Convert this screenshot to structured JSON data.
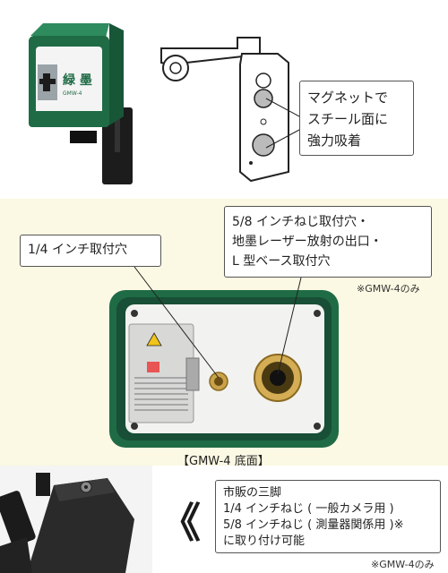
{
  "top": {
    "magnet_callout": [
      "マグネットで",
      "スチール面に",
      "強力吸着"
    ],
    "device_logo": "緑 墨"
  },
  "middle": {
    "hole_quarter_callout": "1/4 インチ取付穴",
    "hole_eighth_callout": [
      "5/8 インチねじ取付穴・",
      "地墨レーザー放射の出口・",
      "L 型ベース取付穴"
    ],
    "note_gmw4_only": "※GMW-4のみ",
    "caption_bottom_view": "【GMW-4 底面】"
  },
  "bottom": {
    "tripod_callout": [
      "市販の三脚",
      "1/4 インチねじ ( 一般カメラ用 )",
      "5/8 インチねじ ( 測量器関係用 )※",
      "に取り付け可能"
    ],
    "note_gmw4_only": "※GMW-4のみ",
    "chevron_glyph": "《"
  },
  "colors": {
    "device_green": "#1f6b46",
    "cream_background": "#fbf8e3",
    "brass": "#c9a24a"
  }
}
